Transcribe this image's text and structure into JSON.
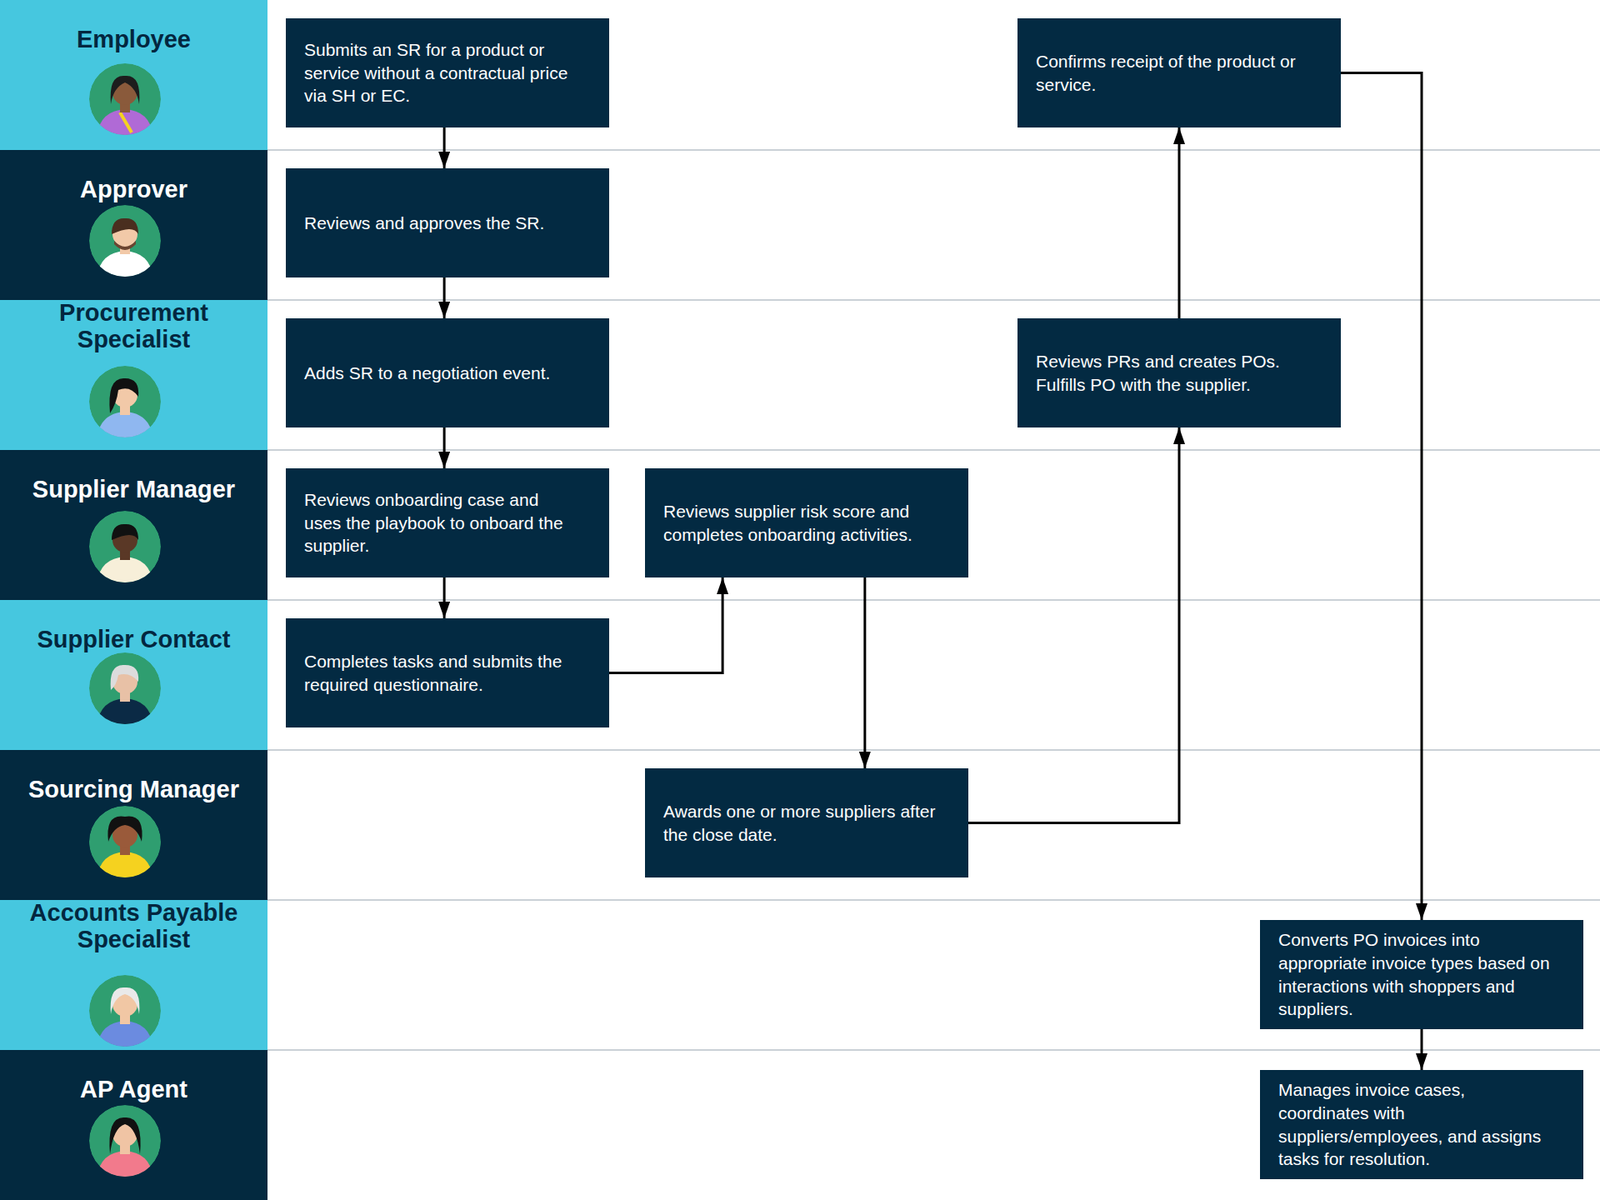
{
  "diagram": {
    "nodes": [
      {
        "text": [
          "Employee"
        ]
      },
      {
        "text": [
          "Submits an SR for a product or service without a contractual price via SH or EC."
        ],
        "in": 0
      },
      {
        "text": [
          "Confirms receipt of the product or service."
        ],
        "in": 0
      },
      {
        "text": [
          "Approver"
        ]
      },
      {
        "text": [
          "Reviews and approves the SR."
        ],
        "in": 3
      },
      {
        "text": [
          "Procurement Specialist"
        ]
      },
      {
        "text": [
          "Adds SR to a negotiation event."
        ],
        "in": 5
      },
      {
        "text": [
          "Reviews PRs and creates POs. Fulfills PO with the supplier."
        ],
        "in": 5
      },
      {
        "text": [
          "Supplier Manager"
        ]
      },
      {
        "text": [
          "Reviews onboarding case and uses the playbook to onboard the supplier."
        ],
        "in": 8
      },
      {
        "text": [
          "Reviews supplier risk score and completes onboarding activities."
        ],
        "in": 8
      },
      {
        "text": [
          "Supplier Contact"
        ]
      },
      {
        "text": [
          "Completes tasks and submits the required questionnaire."
        ],
        "in": 11
      },
      {
        "text": [
          "Sourcing Manager"
        ]
      },
      {
        "text": [
          "Awards one or more suppliers after the close date."
        ],
        "in": 13
      },
      {
        "text": [
          "Accounts Payable Specialist"
        ]
      },
      {
        "text": [
          "Converts PO invoices into appropriate invoice types based on interactions with shoppers and suppliers."
        ],
        "in": 15
      },
      {
        "text": [
          "AP Agent"
        ]
      },
      {
        "text": [
          "Manages invoice cases, coordinates with suppliers/employees, and assigns tasks for resolution."
        ],
        "in": 17
      }
    ],
    "edges": [
      {
        "from": 1,
        "to": 4,
        "arrow": "to"
      },
      {
        "from": 4,
        "to": 6,
        "arrow": "to"
      },
      {
        "from": 6,
        "to": 9,
        "arrow": "to"
      },
      {
        "from": 9,
        "to": 12,
        "arrow": "to"
      },
      {
        "from": 12,
        "to": 10,
        "arrow": "to"
      },
      {
        "from": 10,
        "to": 14,
        "arrow": "to"
      },
      {
        "from": 14,
        "to": 7,
        "arrow": "to"
      },
      {
        "from": 7,
        "to": 2,
        "arrow": "to"
      },
      {
        "from": 2,
        "to": 16,
        "arrow": "to"
      },
      {
        "from": 16,
        "to": 18,
        "arrow": "to"
      }
    ]
  }
}
